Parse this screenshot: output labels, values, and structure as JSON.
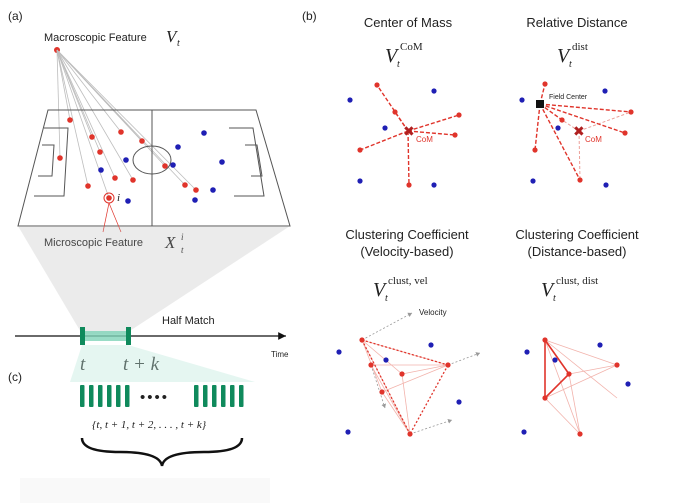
{
  "panel_a": {
    "tag": "(a)",
    "macro_label": "Macroscopic Feature",
    "macro_symbol": "V",
    "macro_sub": "t",
    "micro_label": "Microscopic Feature",
    "micro_symbol": "X",
    "micro_sup": "i",
    "micro_sub": "t",
    "player_tag": "i",
    "timeline_label": "Half Match",
    "time_axis": "Time",
    "t_start": "t",
    "t_end": "t + k"
  },
  "panel_c": {
    "tag": "(c)",
    "dots": "••••",
    "set_label": "{t, t + 1, t + 2, . . . , t + k}"
  },
  "panel_b": {
    "tag": "(b)",
    "com": {
      "title": "Center of Mass",
      "symbol": "V",
      "sub": "t",
      "sup": "CoM",
      "marker": "CoM"
    },
    "dist": {
      "title": "Relative Distance",
      "symbol": "V",
      "sub": "t",
      "sup": "dist",
      "marker": "CoM",
      "field_center": "Field Center"
    },
    "clust_vel": {
      "title_line1": "Clustering Coefficient",
      "title_line2": "(Velocity-based)",
      "symbol": "V",
      "sub": "t",
      "sup": "clust, vel",
      "velocity": "Velocity"
    },
    "clust_dist": {
      "title_line1": "Clustering Coefficient",
      "title_line2": "(Distance-based)",
      "symbol": "V",
      "sub": "t",
      "sup": "clust, dist"
    }
  },
  "colors": {
    "red": "#e0342b",
    "blue": "#1f1fb4",
    "green": "#0f8a5c",
    "teal_highlight": "#7fd3b8"
  }
}
